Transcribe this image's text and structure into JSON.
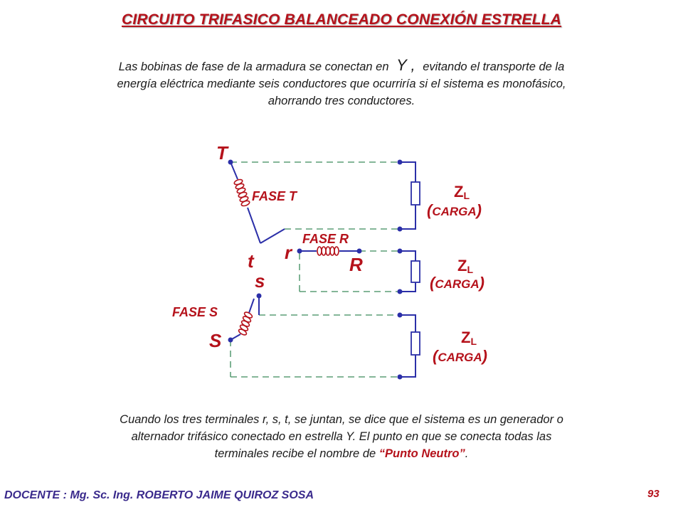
{
  "title": "CIRCUITO TRIFASICO BALANCEADO CONEXIÓN ESTRELLA",
  "intro": {
    "part1": "Las bobinas de fase de la armadura se conectan en",
    "symbol": "Y ,",
    "part2": "evitando el transporte de la",
    "line2": "energía eléctrica mediante seis conductores que ocurriría si el sistema es monofásico,",
    "line3": "ahorrando tres conductores."
  },
  "diagram": {
    "terminals": {
      "T": "T",
      "t": "t",
      "r": "r",
      "R": "R",
      "s": "s",
      "S": "S"
    },
    "phases": {
      "fase_t": "FASE T",
      "fase_r": "FASE R",
      "fase_s": "FASE S"
    },
    "loads": [
      {
        "z": "Z",
        "sub": "L",
        "carga_open": "(",
        "carga": "CARGA",
        "carga_close": ")"
      },
      {
        "z": "Z",
        "sub": "L",
        "carga_open": "(",
        "carga": "CARGA",
        "carga_close": ")"
      },
      {
        "z": "Z",
        "sub": "L",
        "carga_open": "(",
        "carga": "CARGA",
        "carga_close": ")"
      }
    ],
    "colors": {
      "wire": "#2b2fa8",
      "dashed": "#3a8a5a",
      "label": "#b5121b",
      "coil": "#b5121b"
    }
  },
  "conclusion": {
    "line1": "Cuando  los tres terminales r, s, t, se juntan,  se dice que el sistema es un generador o",
    "line2": "alternador trifásico conectado en estrella Y.  El punto en que se conecta todas las",
    "line3a": "terminales recibe el nombre de",
    "emphasis": "“Punto Neutro”",
    "line3b": "."
  },
  "footer": {
    "author": "DOCENTE : Mg. Sc. Ing. ROBERTO JAIME QUIROZ SOSA",
    "page": "93"
  }
}
